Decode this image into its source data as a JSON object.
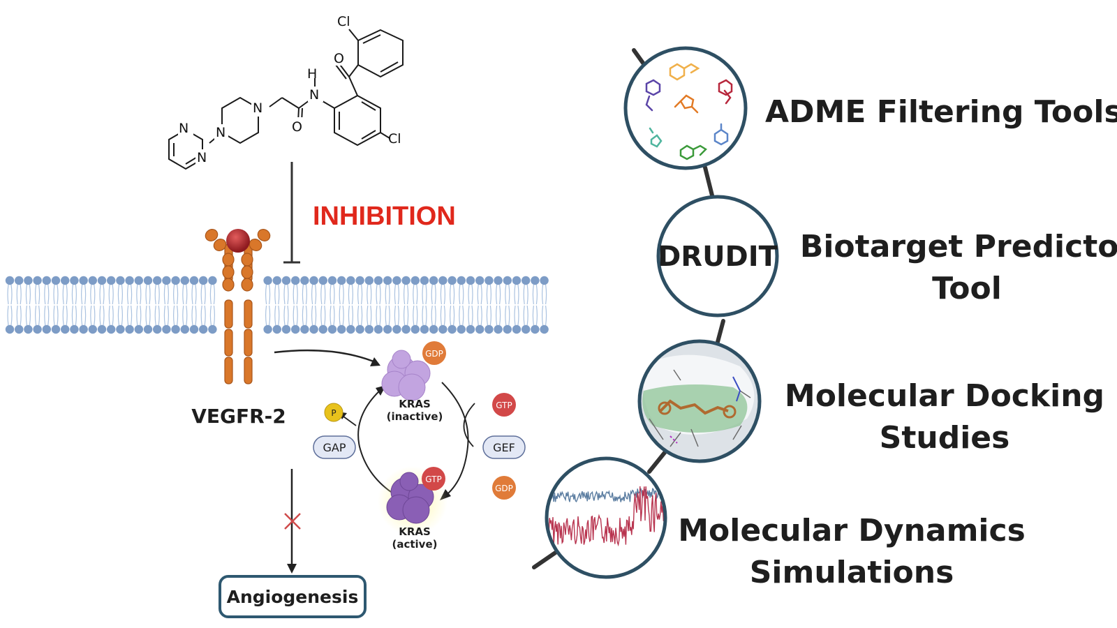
{
  "molecule": {
    "atoms": {
      "cl_top": "Cl",
      "h": "H",
      "n_amide": "N",
      "o_ketone": "O",
      "o_amide": "O",
      "n_pip_right": "N",
      "n_pip_left": "N",
      "n_pyr_top": "N",
      "n_pyr_bottom": "N",
      "cl_right": "Cl"
    }
  },
  "pathway": {
    "inhibition_label": "INHIBITION",
    "receptor_label": "VEGFR-2",
    "kras_inactive_name": "KRAS",
    "kras_inactive_state": "(inactive)",
    "kras_active_name": "KRAS",
    "kras_active_state": "(active)",
    "gdp_on_inactive": "GDP",
    "gtp_on_active": "GTP",
    "gtp_free": "GTP",
    "gdp_free": "GDP",
    "phosphate": "P",
    "gap": "GAP",
    "gef": "GEF",
    "outcome": "Angiogenesis"
  },
  "workflow": {
    "drudit_circle_text": "DRUDIT",
    "steps": [
      {
        "line1": "ADME Filtering Tools",
        "line2": ""
      },
      {
        "line1": "Biotarget Predictor",
        "line2": "Tool"
      },
      {
        "line1": "Molecular Docking",
        "line2": "Studies"
      },
      {
        "line1": "Molecular Dynamics",
        "line2": "Simulations"
      }
    ]
  },
  "colors": {
    "inhibition": "#e0281c",
    "membrane_head": "#7d9cc6",
    "membrane_tail": "#aac2e0",
    "receptor": "#d9772a",
    "receptor_ligand": "#b3242a",
    "kras": "#b898d8",
    "kras_active": "#8a5fb5",
    "gdp": "#e07b39",
    "gtp": "#d24848",
    "phosphate": "#e8c21c",
    "gap_gef_fill": "#e3e8f5",
    "circle_border": "#2e4f63",
    "outcome_border": "#2e5870",
    "blocked_x": "#cf4a4a"
  }
}
